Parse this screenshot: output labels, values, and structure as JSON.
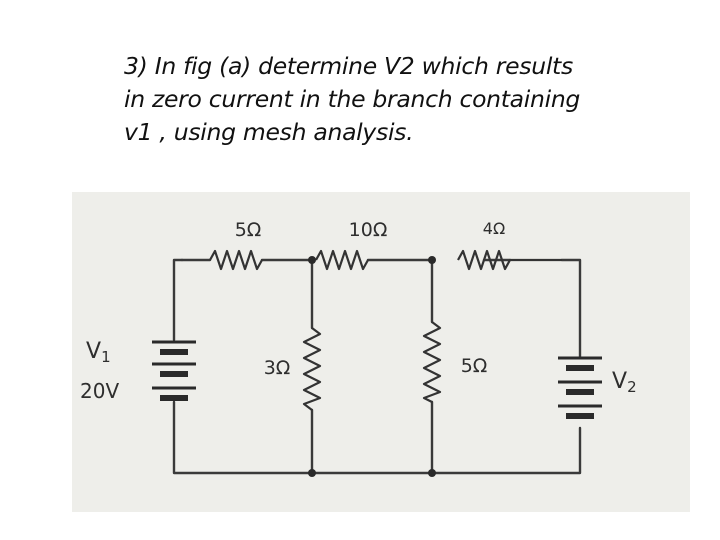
{
  "question": {
    "line1": "3) In fig (a) determine V2 which results",
    "line2": "in zero current in the branch containing",
    "line3": "v1 , using mesh analysis."
  },
  "circuit": {
    "resistors": {
      "top_left": "5Ω",
      "top_middle": "10Ω",
      "top_right": "4Ω",
      "shunt_left": "3Ω",
      "shunt_right": "5Ω"
    },
    "sources": {
      "left_name": "V",
      "left_subscript": "1",
      "left_value": "20V",
      "right_name": "V",
      "right_subscript": "2"
    }
  }
}
